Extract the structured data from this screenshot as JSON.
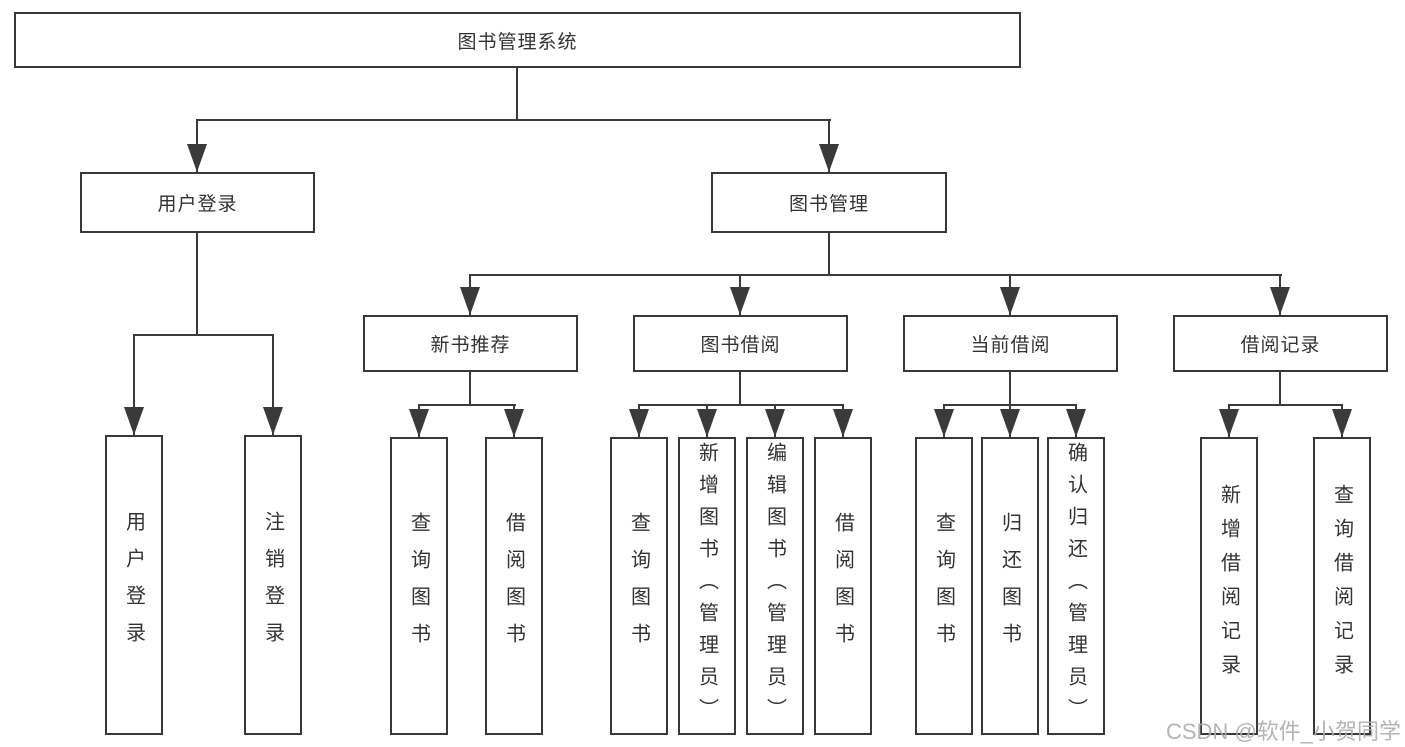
{
  "diagram": {
    "root": {
      "label": "图书管理系统"
    },
    "level2": [
      {
        "label": "用户登录"
      },
      {
        "label": "图书管理"
      }
    ],
    "level3": [
      {
        "label": "新书推荐"
      },
      {
        "label": "图书借阅"
      },
      {
        "label": "当前借阅"
      },
      {
        "label": "借阅记录"
      }
    ],
    "leaves": {
      "user_login": [
        "用户登录",
        "注销登录"
      ],
      "new_book": [
        "查询图书",
        "借阅图书"
      ],
      "borrow": [
        "查询图书",
        "新增图书（管理员）",
        "编辑图书（管理员）",
        "借阅图书"
      ],
      "current": [
        "查询图书",
        "归还图书",
        "确认归还（管理员）"
      ],
      "records": [
        "新增借阅记录",
        "查询借阅记录"
      ]
    }
  },
  "watermark": {
    "text": "CSDN @软件_小贺同学"
  },
  "colors": {
    "line": "#3a3a3a",
    "box_border": "#383838",
    "text": "#333333",
    "background": "#ffffff",
    "watermark": "#acacac"
  }
}
